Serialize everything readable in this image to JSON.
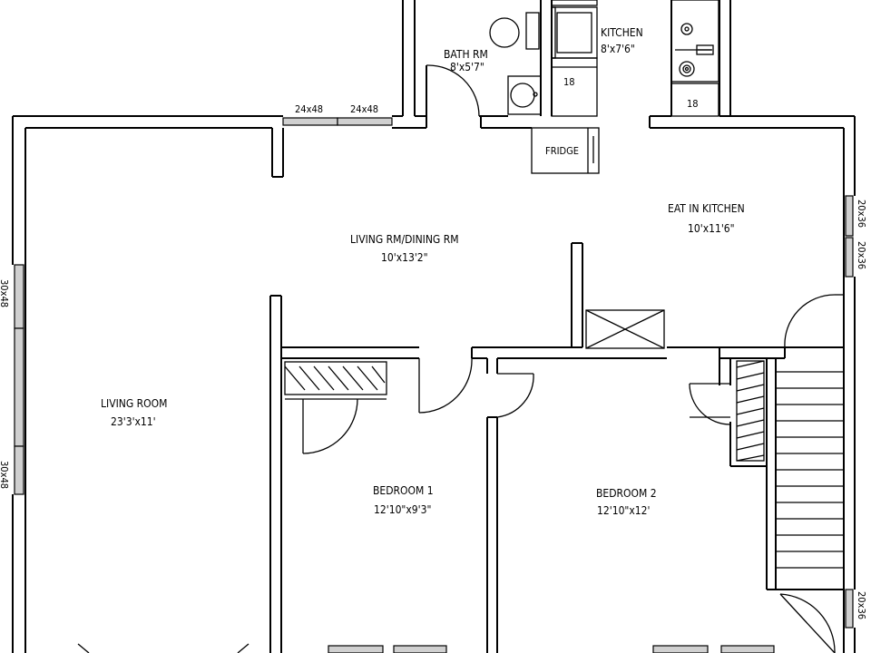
{
  "rooms": {
    "bath": {
      "name": "BATH RM",
      "size": "8'x5'7\""
    },
    "kitchen": {
      "name": "KITCHEN",
      "size": "8'x7'6\""
    },
    "eat_in_kitchen": {
      "name": "EAT IN KITCHEN",
      "size": "10'x11'6\""
    },
    "living_dining": {
      "name": "LIVING RM/DINING RM",
      "size": "10'x13'2\""
    },
    "living_room": {
      "name": "LIVING ROOM",
      "size": "23'3'x11'"
    },
    "bedroom1": {
      "name": "BEDROOM 1",
      "size": "12'10\"x9'3\""
    },
    "bedroom2": {
      "name": "BEDROOM 2",
      "size": "12'10\"x12'"
    }
  },
  "fixtures": {
    "fridge": "FRIDGE",
    "cabinet_left": "18",
    "cabinet_right": "18"
  },
  "windows": {
    "top_left": "24x48",
    "top_right": "24x48",
    "right_upper_1": "20x36",
    "right_upper_2": "20x36",
    "right_lower": "20x36",
    "left_upper": "30x48",
    "left_lower": "30x48"
  }
}
